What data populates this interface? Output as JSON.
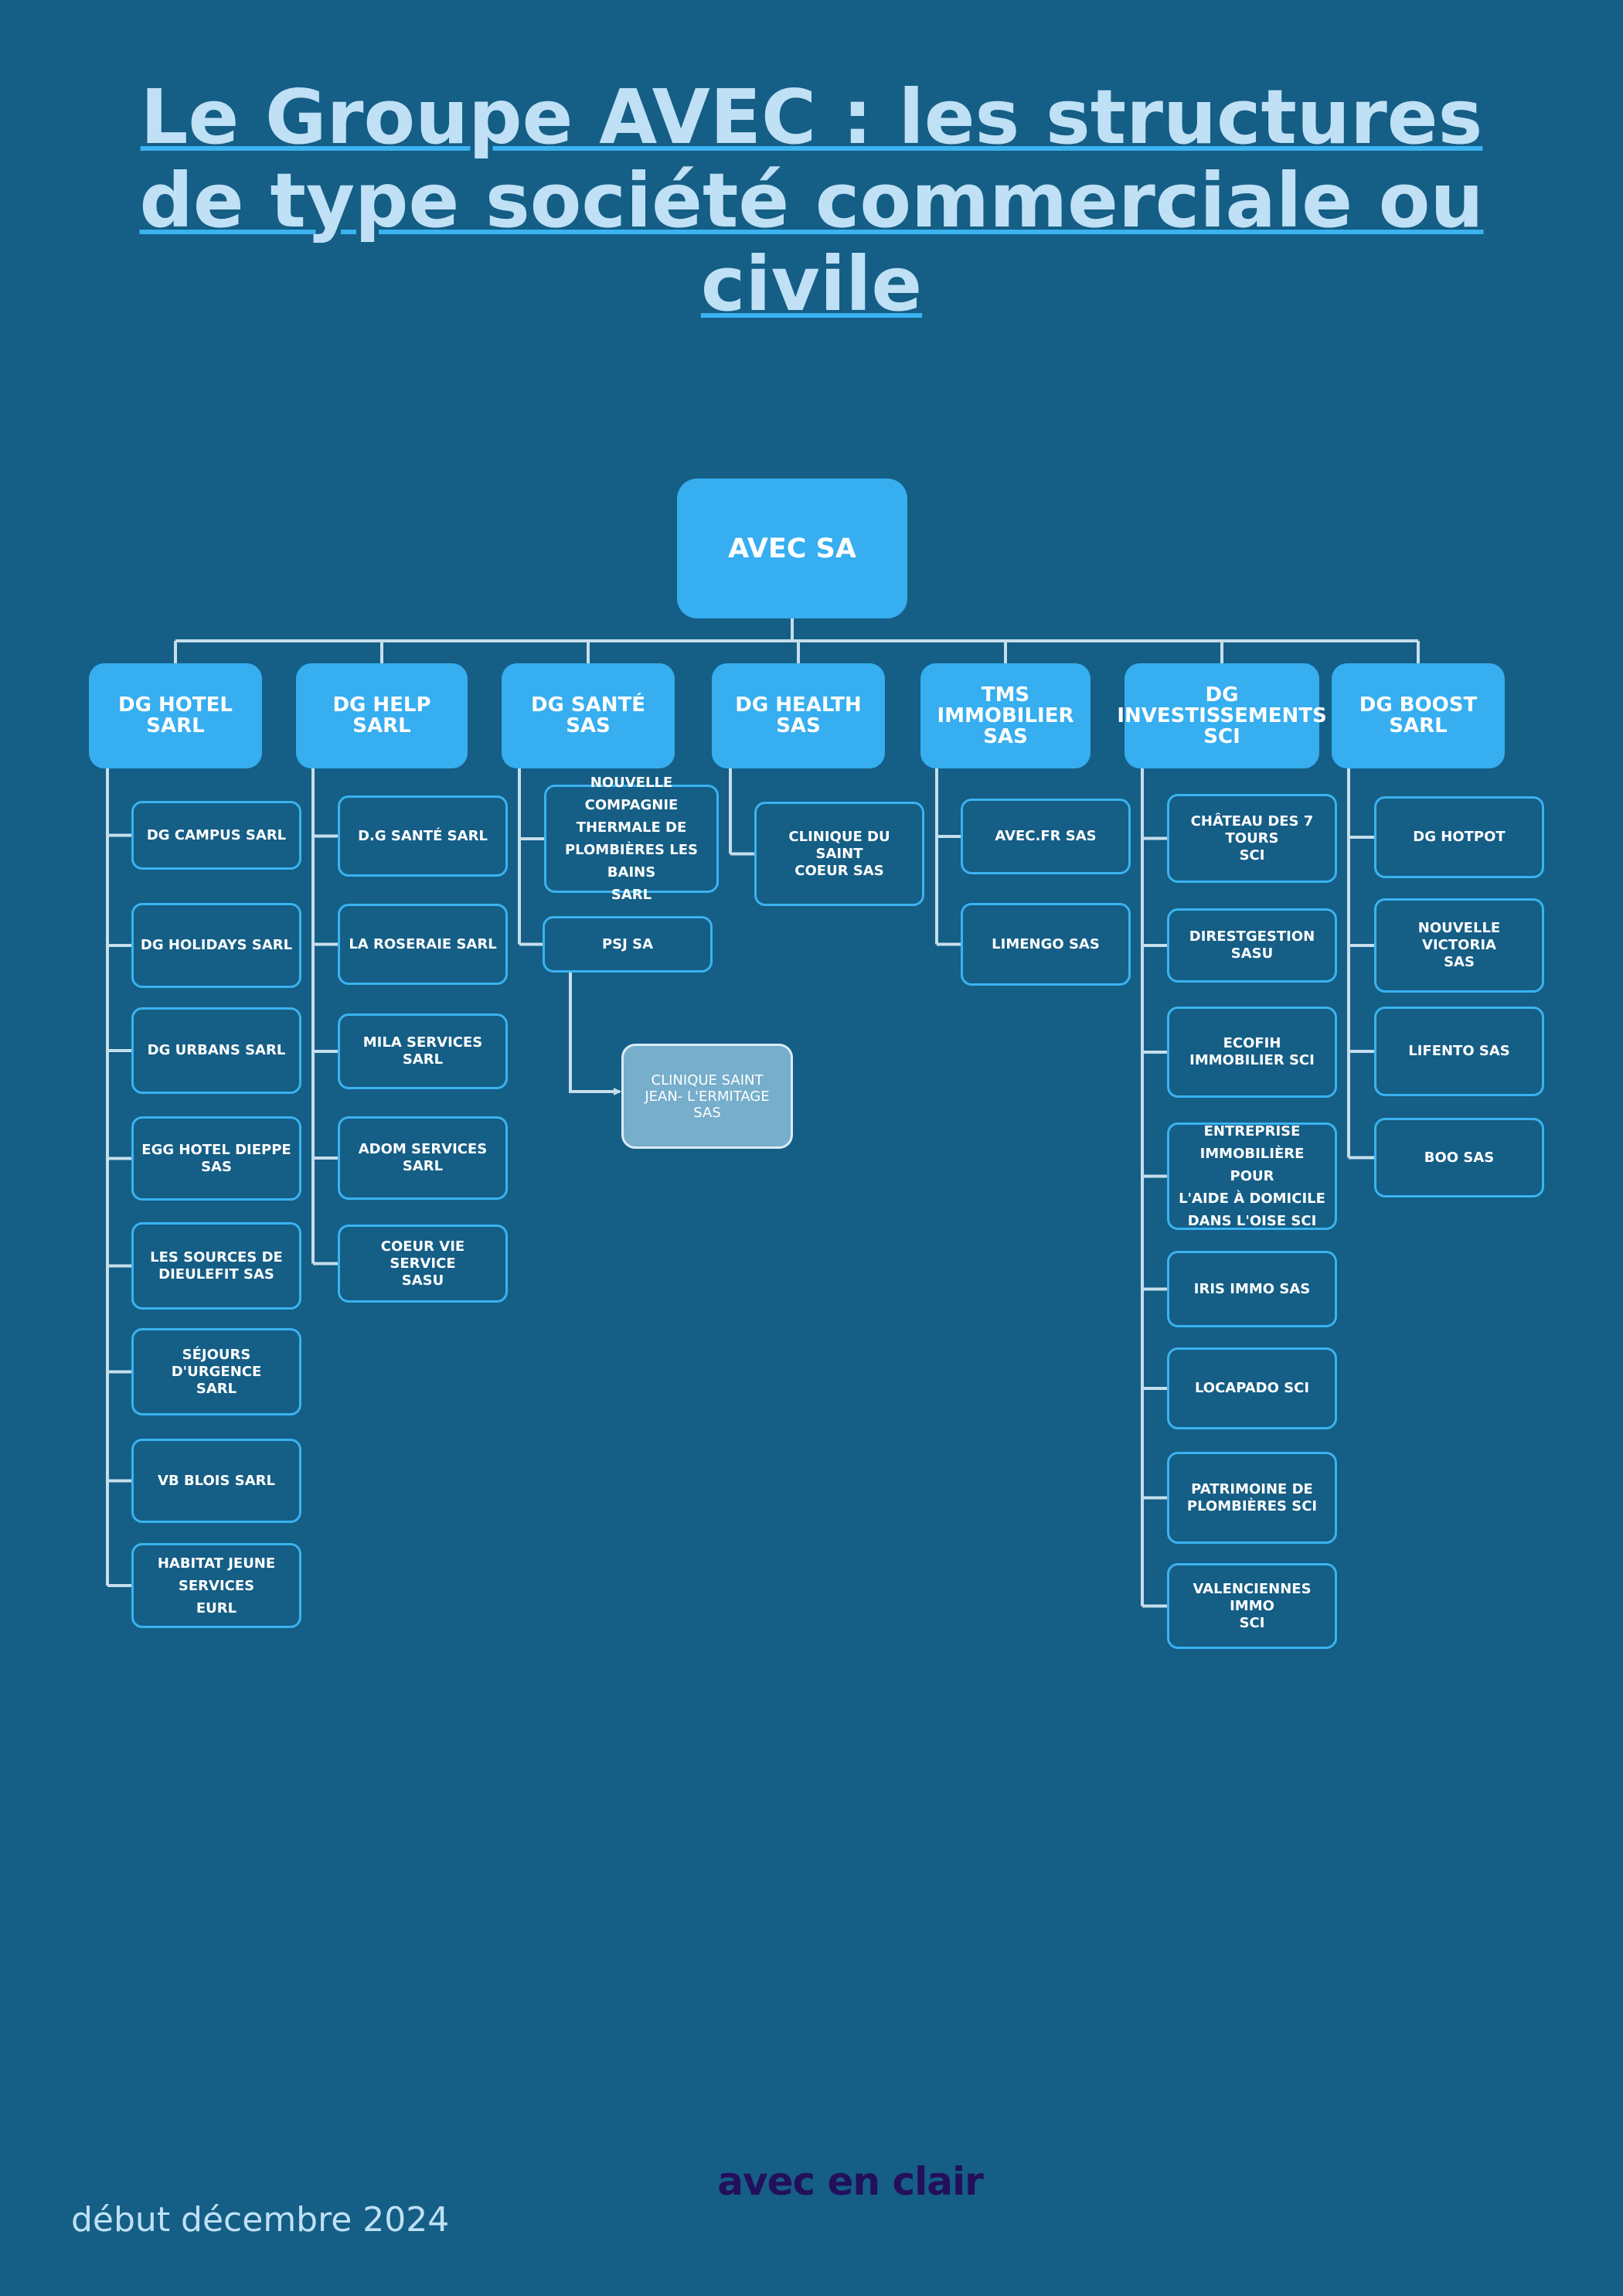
{
  "title": "Le Groupe AVEC : les structures de type société commerciale ou civile",
  "footer": {
    "date": "début décembre 2024",
    "logo_text": "avec en clair"
  },
  "colors": {
    "background": "#155e86",
    "primary_box": "#36aef0",
    "outline": "#3ab3f0",
    "connector": "#c6deec",
    "highlight_box": "#76aecb",
    "logo": "#230f5c"
  },
  "org": {
    "root": "AVEC SA",
    "branches": [
      {
        "label": "DG HOTEL SARL",
        "children": [
          "DG CAMPUS SARL",
          "DG HOLIDAYS SARL",
          "DG URBANS SARL",
          "EGG HOTEL DIEPPE\nSAS",
          "LES SOURCES DE\nDIEULEFIT SAS",
          "SÉJOURS D'URGENCE\nSARL",
          "VB BLOIS SARL",
          "HABITAT JEUNE\nSERVICES\nEURL"
        ]
      },
      {
        "label": "DG HELP SARL",
        "children": [
          "D.G SANTÉ SARL",
          "LA ROSERAIE SARL",
          "MILA SERVICES SARL",
          "ADOM SERVICES SARL",
          "COEUR VIE SERVICE\nSASU"
        ]
      },
      {
        "label": "DG SANTÉ SAS",
        "children": [
          "NOUVELLE COMPAGNIE\nTHERMALE DE\nPLOMBIÈRES LES BAINS\nSARL",
          "PSJ SA"
        ],
        "grandchild": "CLINIQUE SAINT JEAN-\nL'ERMITAGE SAS"
      },
      {
        "label": "DG HEALTH SAS",
        "children": [
          "CLINIQUE DU SAINT\nCOEUR SAS"
        ]
      },
      {
        "label": "TMS\nIMMOBILIER SAS",
        "children": [
          "AVEC.FR SAS",
          "LIMENGO SAS"
        ]
      },
      {
        "label": "DG\nINVESTISSEMENTS\nSCI",
        "children": [
          "CHÂTEAU DES 7 TOURS\nSCI",
          "DIRESTGESTION SASU",
          "ECOFIH IMMOBILIER SCI",
          "ENTREPRISE\nIMMOBILIÈRE POUR\nL'AIDE À DOMICILE\nDANS L'OISE SCI",
          "IRIS IMMO SAS",
          "LOCAPADO SCI",
          "PATRIMOINE DE\nPLOMBIÈRES SCI",
          "VALENCIENNES IMMO\nSCI"
        ]
      },
      {
        "label": "DG BOOST SARL",
        "children": [
          "DG HOTPOT",
          "NOUVELLE VICTORIA\nSAS",
          "LIFENTO SAS",
          "BOO SAS"
        ]
      }
    ]
  }
}
